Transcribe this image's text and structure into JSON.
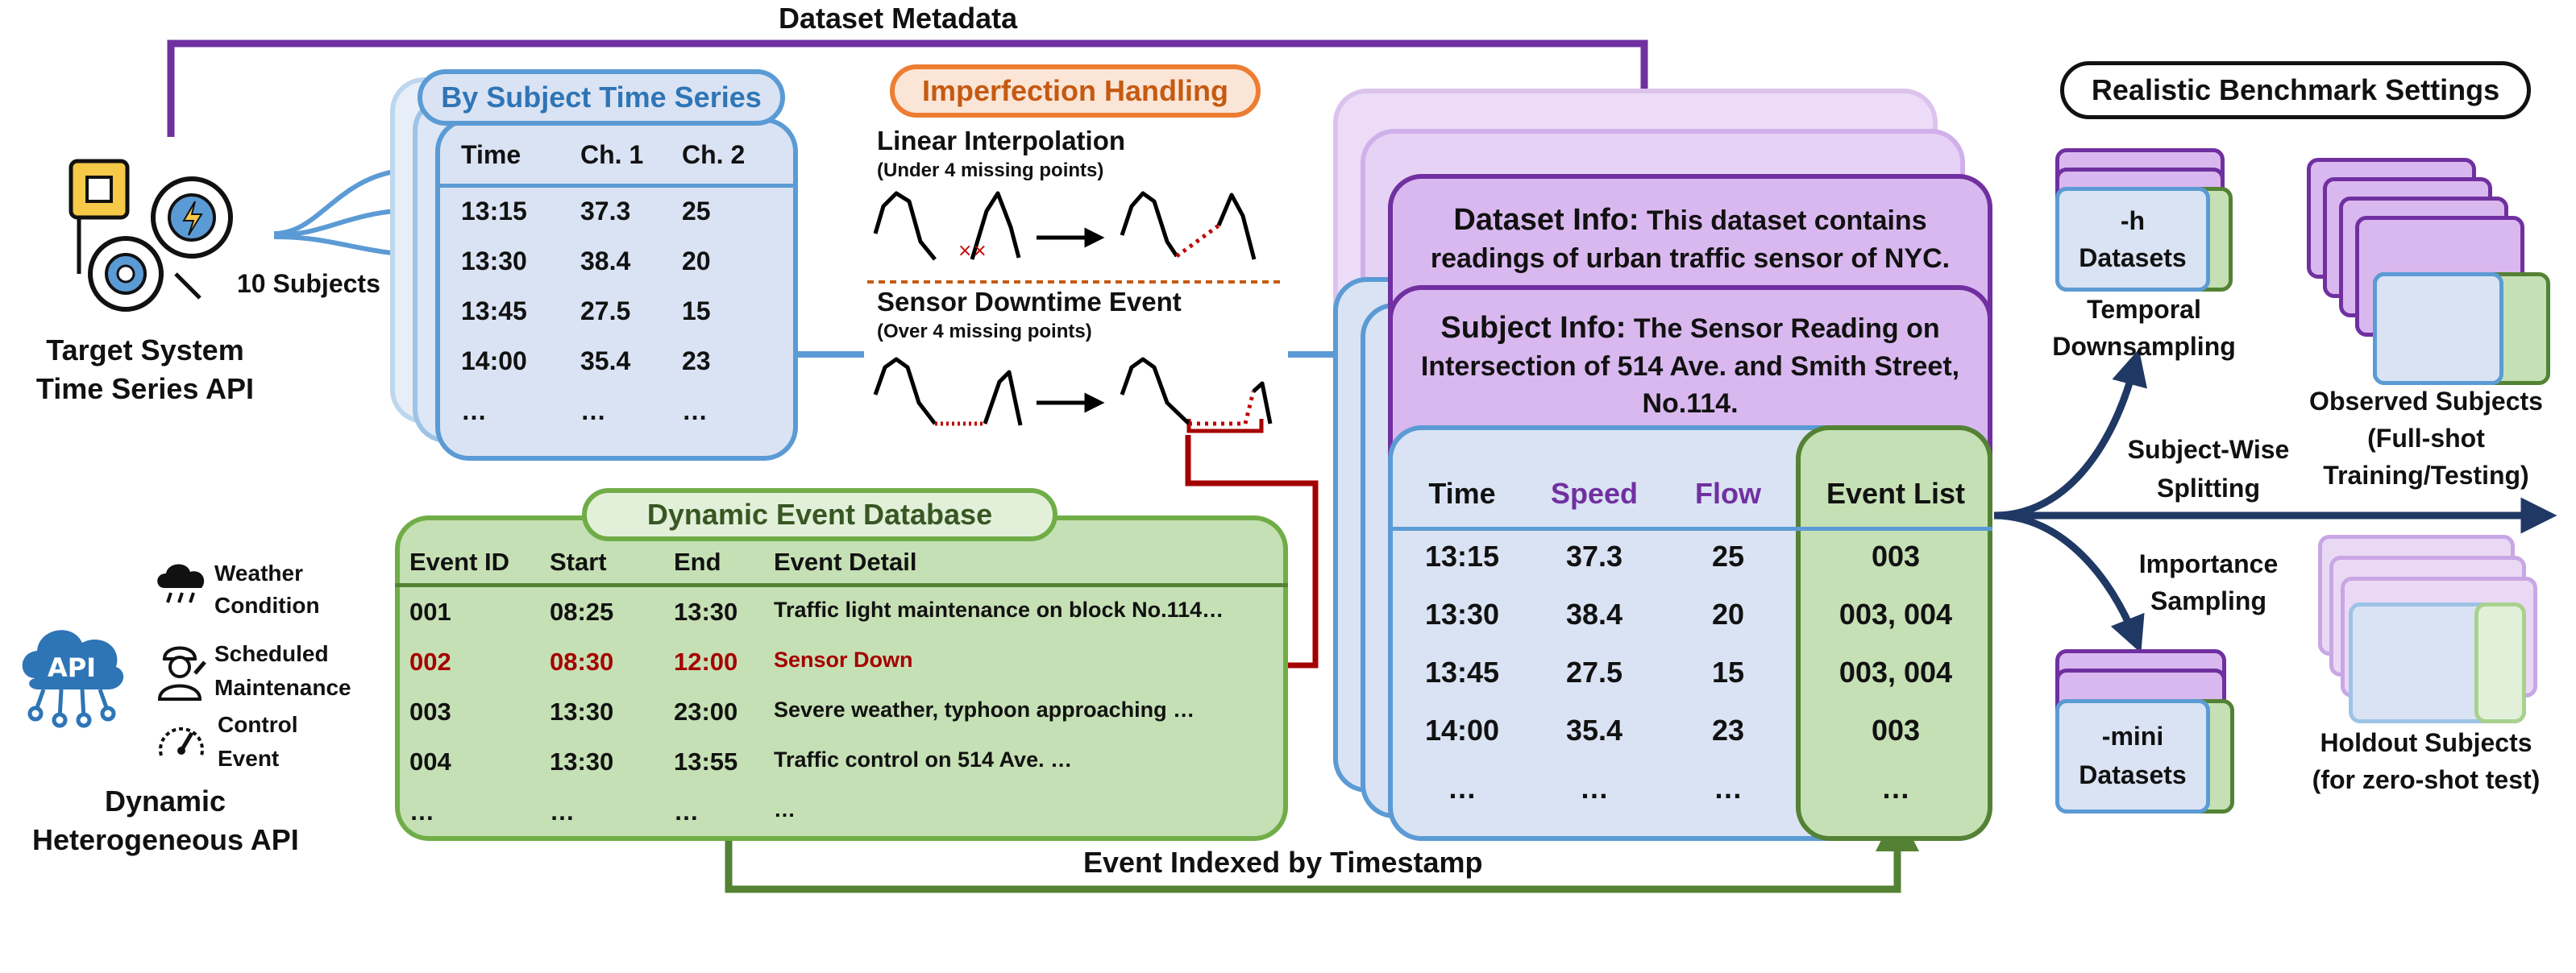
{
  "top_label": "Dataset Metadata",
  "bottom_label": "Event Indexed by Timestamp",
  "target_api": {
    "line1": "Target System",
    "line2": "Time Series API",
    "subjects": "10 Subjects"
  },
  "dynamic_api": {
    "line1": "Dynamic",
    "line2": "Heterogeneous API",
    "icon_text": "API",
    "items": [
      {
        "line1": "Weather",
        "line2": "Condition"
      },
      {
        "line1": "Scheduled",
        "line2": "Maintenance"
      },
      {
        "line1": "Control",
        "line2": "Event"
      }
    ]
  },
  "by_subject": {
    "title": "By Subject Time Series",
    "headers": [
      "Time",
      "Ch. 1",
      "Ch. 2"
    ],
    "rows": [
      [
        "13:15",
        "37.3",
        "25"
      ],
      [
        "13:30",
        "38.4",
        "20"
      ],
      [
        "13:45",
        "27.5",
        "15"
      ],
      [
        "14:00",
        "35.4",
        "23"
      ],
      [
        "…",
        "…",
        "…"
      ]
    ]
  },
  "imperfection": {
    "title": "Imperfection Handling",
    "linear_title": "Linear Interpolation",
    "linear_sub": "(Under 4 missing points)",
    "downtime_title": "Sensor Downtime Event",
    "downtime_sub": "(Over 4 missing points)"
  },
  "event_db": {
    "title": "Dynamic Event Database",
    "headers": [
      "Event ID",
      "Start",
      "End",
      "Event Detail"
    ],
    "rows": [
      {
        "cells": [
          "001",
          "08:25",
          "13:30",
          "Traffic light maintenance on block No.114…"
        ],
        "highlight": false
      },
      {
        "cells": [
          "002",
          "08:30",
          "12:00",
          "Sensor Down"
        ],
        "highlight": true
      },
      {
        "cells": [
          "003",
          "13:30",
          "23:00",
          "Severe weather, typhoon approaching …"
        ],
        "highlight": false
      },
      {
        "cells": [
          "004",
          "13:30",
          "13:55",
          "Traffic control on 514 Ave. …"
        ],
        "highlight": false
      },
      {
        "cells": [
          "…",
          "…",
          "…",
          "…"
        ],
        "highlight": false
      }
    ]
  },
  "dataset_info": {
    "label": "Dataset Info:",
    "text_line1": "This dataset contains",
    "text_line2": "readings of urban traffic sensor of NYC."
  },
  "subject_info": {
    "label": "Subject Info:",
    "text_line1": "The Sensor Reading on",
    "text_line2": "Intersection of 514 Ave. and Smith Street,",
    "text_line3": "No.114."
  },
  "combined": {
    "headers": [
      "Time",
      "Speed",
      "Flow",
      "Event List"
    ],
    "rows": [
      [
        "13:15",
        "37.3",
        "25",
        "003"
      ],
      [
        "13:30",
        "38.4",
        "20",
        "003, 004"
      ],
      [
        "13:45",
        "27.5",
        "15",
        "003, 004"
      ],
      [
        "14:00",
        "35.4",
        "23",
        "003"
      ],
      [
        "…",
        "…",
        "…",
        "…"
      ]
    ]
  },
  "benchmark": {
    "title": "Realistic Benchmark Settings",
    "h_label_1": "-h",
    "h_label_2": "Datasets",
    "temporal_1": "Temporal",
    "temporal_2": "Downsampling",
    "subject_wise_1": "Subject-Wise",
    "subject_wise_2": "Splitting",
    "importance_1": "Importance",
    "importance_2": "Sampling",
    "mini_label_1": "-mini",
    "mini_label_2": "Datasets",
    "observed_1": "Observed Subjects",
    "observed_2": "(Full-shot",
    "observed_3": "Training/Testing)",
    "holdout_1": "Holdout Subjects",
    "holdout_2": "(for zero-shot test)"
  },
  "colors": {
    "blue": "#5b9bd5",
    "blue_fill": "#dae3f3",
    "orange": "#ed7d31",
    "orange_fill": "#f8cbad",
    "green": "#548235",
    "green_border": "#70ad47",
    "green_fill": "#c5e0b4",
    "purple": "#7030a0",
    "purple_fill": "#d9b8ef",
    "dark_red": "#a50000",
    "navy": "#1f3864",
    "gray_panel": "#d9d9d9"
  }
}
